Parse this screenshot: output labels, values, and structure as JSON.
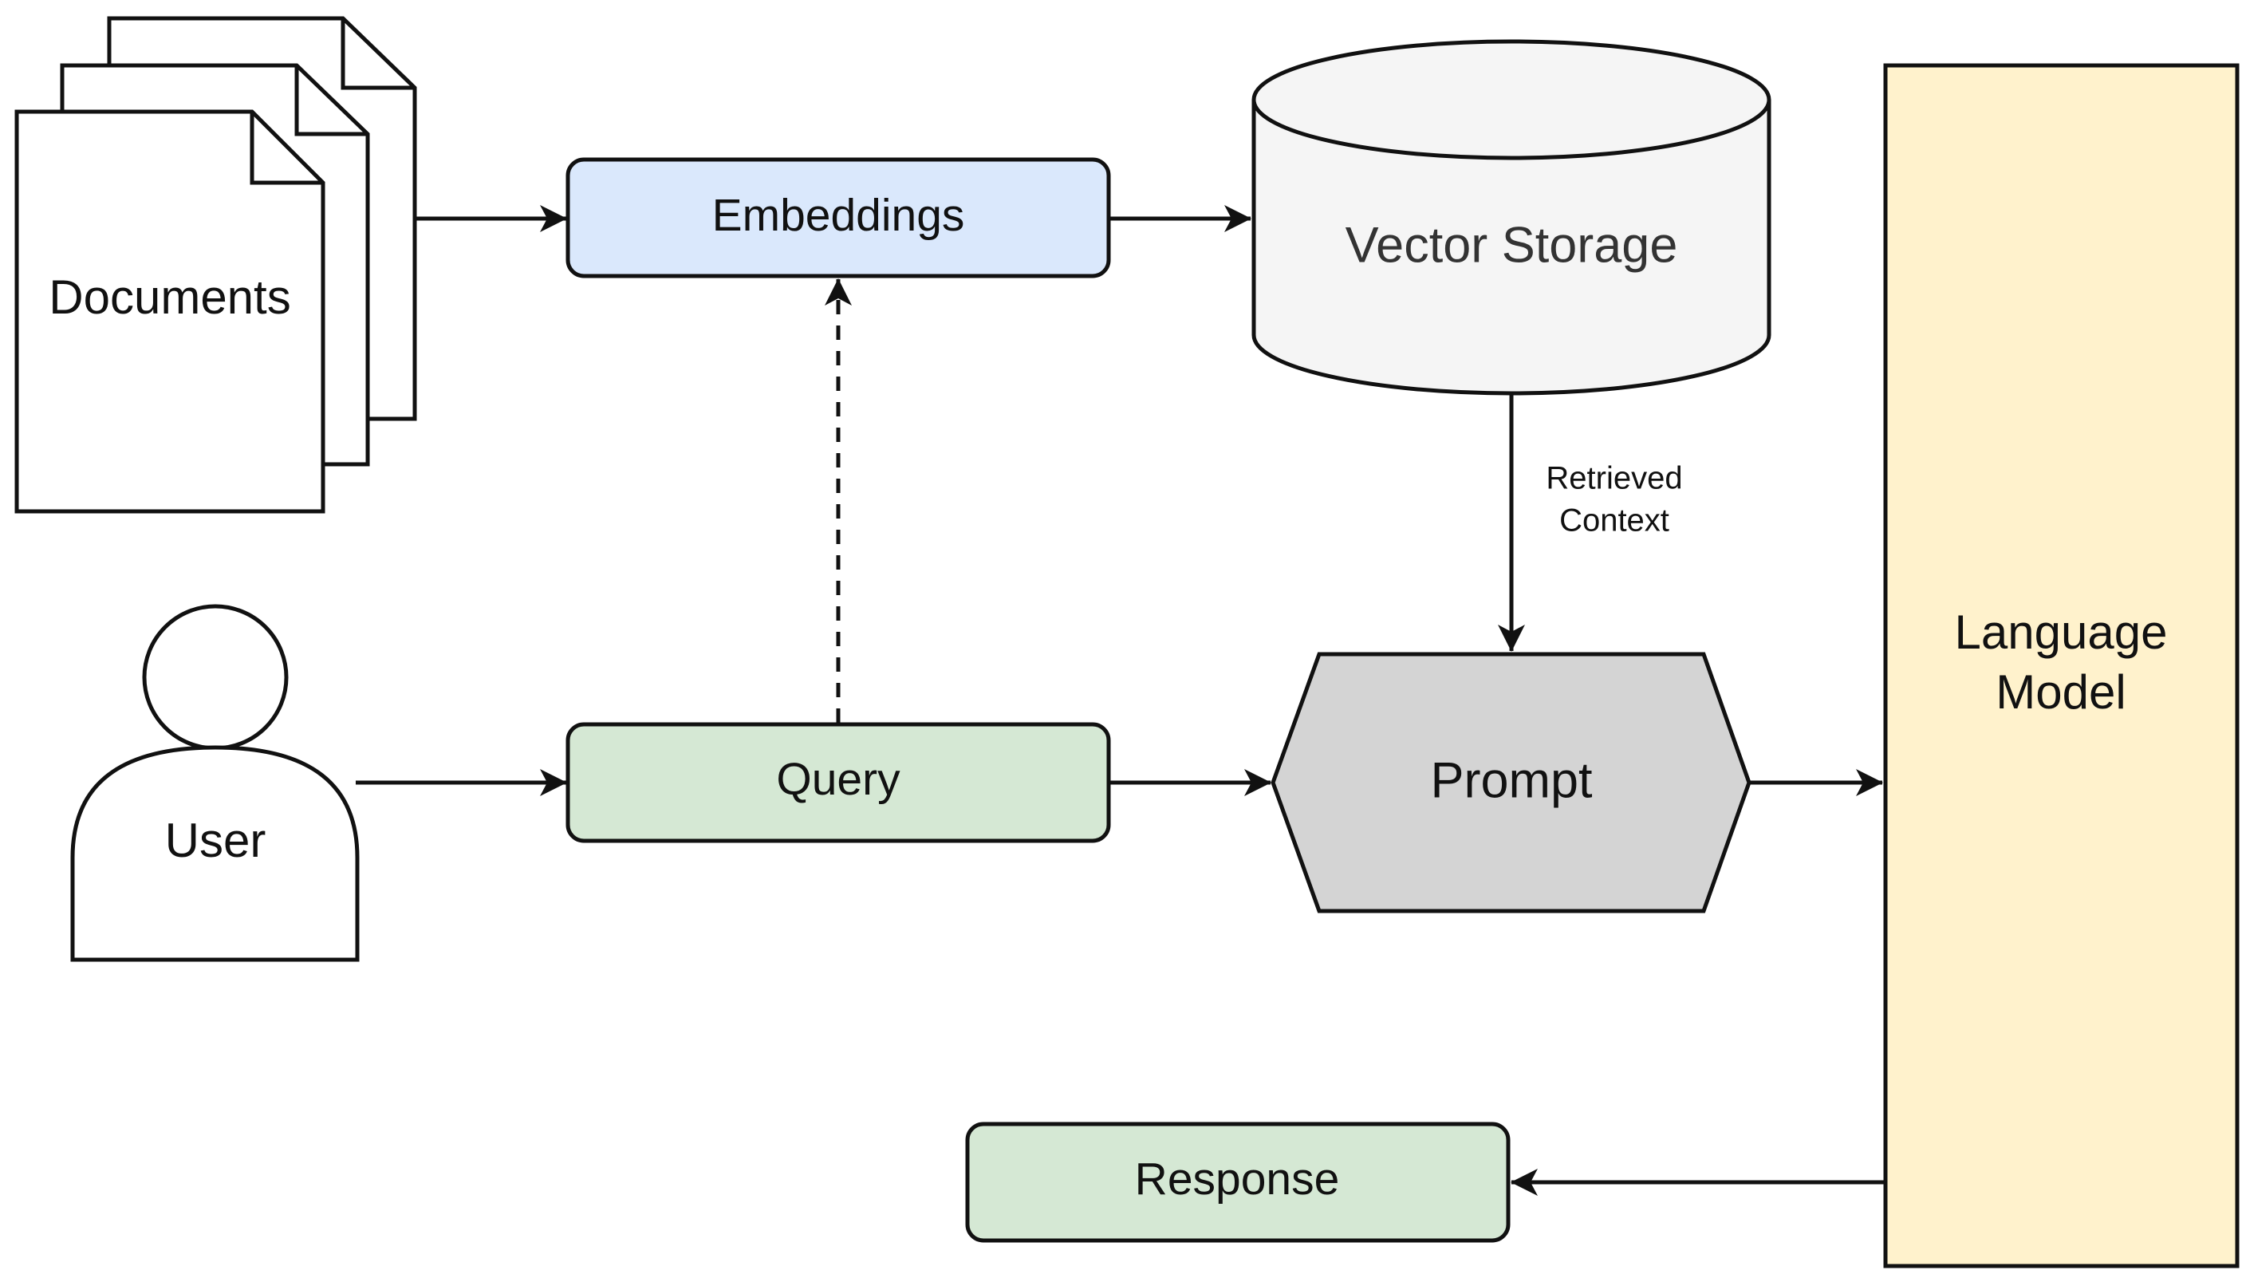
{
  "nodes": {
    "documents": {
      "label": "Documents"
    },
    "embeddings": {
      "label": "Embeddings"
    },
    "vector_storage": {
      "label": "Vector Storage"
    },
    "user": {
      "label": "User"
    },
    "query": {
      "label": "Query"
    },
    "prompt": {
      "label": "Prompt"
    },
    "language_model": {
      "label_line1": "Language",
      "label_line2": "Model"
    },
    "response": {
      "label": "Response"
    }
  },
  "edges": {
    "retrieved_context": {
      "label_line1": "Retrieved",
      "label_line2": "Context"
    }
  },
  "colors": {
    "embeddings_fill": "#dae8fc",
    "vector_storage_fill": "#f5f5f5",
    "query_fill": "#d5e8d4",
    "response_fill": "#d5e8d4",
    "prompt_fill": "#d4d4d4",
    "language_model_fill": "#fff2cc",
    "stroke": "#111111"
  }
}
